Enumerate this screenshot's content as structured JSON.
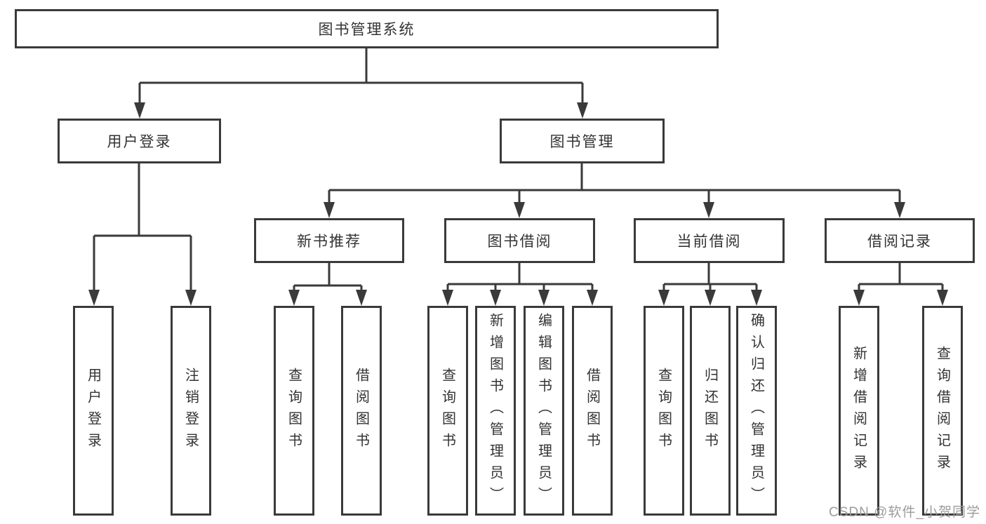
{
  "diagram": {
    "root": {
      "label": "图书管理系统"
    },
    "branches": [
      {
        "label": "用户登录",
        "children": [
          {
            "label": "用户登录"
          },
          {
            "label": "注销登录"
          }
        ]
      },
      {
        "label": "图书管理",
        "children": [
          {
            "label": "新书推荐",
            "children": [
              {
                "label": "查询图书"
              },
              {
                "label": "借阅图书"
              }
            ]
          },
          {
            "label": "图书借阅",
            "children": [
              {
                "label": "查询图书"
              },
              {
                "label": "新增图书（管理员）"
              },
              {
                "label": "编辑图书（管理员）"
              },
              {
                "label": "借阅图书"
              }
            ]
          },
          {
            "label": "当前借阅",
            "children": [
              {
                "label": "查询图书"
              },
              {
                "label": "归还图书"
              },
              {
                "label": "确认归还（管理员）"
              }
            ]
          },
          {
            "label": "借阅记录",
            "children": [
              {
                "label": "新增借阅记录"
              },
              {
                "label": "查询借阅记录"
              }
            ]
          }
        ]
      }
    ]
  },
  "watermark": {
    "text": "CSDN @软件_小贺同学"
  },
  "colors": {
    "line": "#3a3a3a",
    "box_border": "#3a3a3a",
    "text": "#333333",
    "watermark": "#9c9c9c",
    "background": "#ffffff"
  }
}
